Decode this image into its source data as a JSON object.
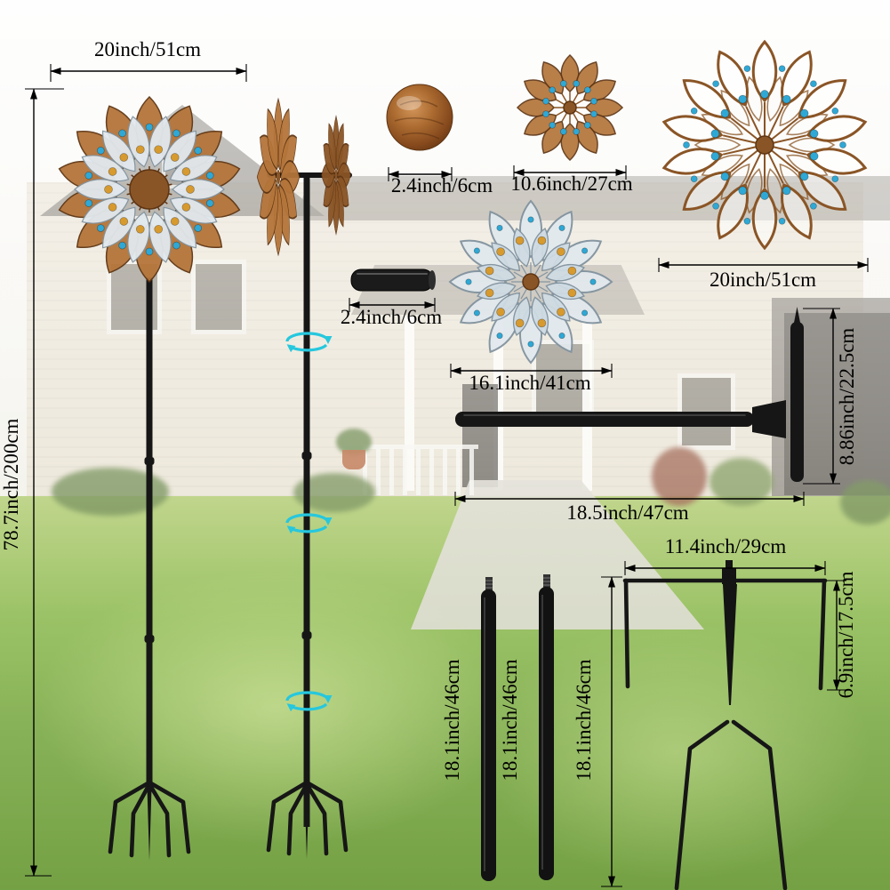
{
  "dims": {
    "overall_height": "78.7inch/200cm",
    "spinner_head_width": "20inch/51cm",
    "finial_ball": "2.4inch/6cm",
    "flower_small": "10.6inch/27cm",
    "flower_large": "20inch/51cm",
    "connector_tube": "2.4inch/6cm",
    "flower_silver": "16.1inch/41cm",
    "crossbar_length": "18.5inch/47cm",
    "crossbar_height": "8.86inch/22.5cm",
    "pole_section_1": "18.1inch/46cm",
    "pole_section_2": "18.1inch/46cm",
    "pole_section_3": "18.1inch/46cm",
    "stake_width": "11.4inch/29cm",
    "stake_height": "6.9inch/17.5cm"
  },
  "colors": {
    "copper": "#8a5526",
    "copper_light": "#b4753a",
    "copper_dark": "#5e3513",
    "silver": "#e2e9ee",
    "silver_mid": "#cfdbe3",
    "silver_dark": "#82939f",
    "gem_blue": "#2fa8d5",
    "gem_amber": "#d79a2f",
    "metal_black": "#161616",
    "rotation_arrow": "#27c7dd",
    "dim_line": "#000000"
  },
  "icons": {
    "rotation_arrow": "circular-spin-arrows"
  }
}
